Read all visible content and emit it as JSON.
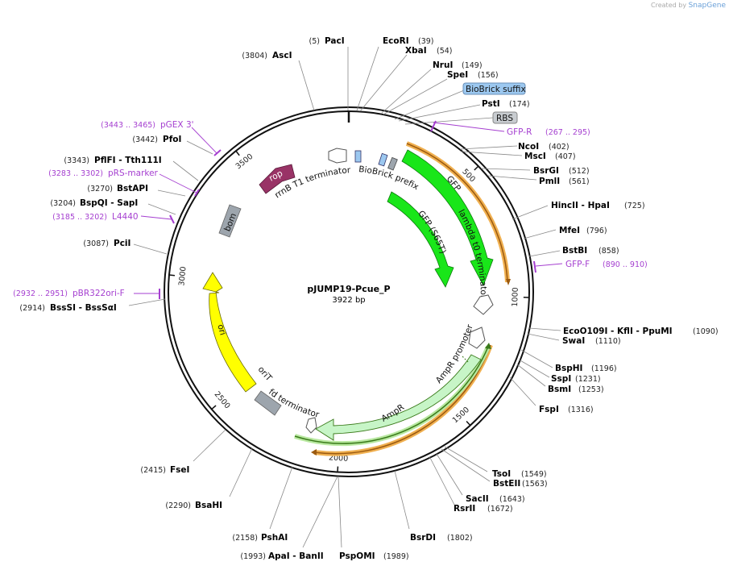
{
  "header": {
    "credit_prefix": "Created by",
    "credit_brand": "SnapGene"
  },
  "plasmid": {
    "name": "pJUMP19-Pcue_P",
    "length": 3922,
    "length_label": "3922 bp"
  },
  "colors": {
    "gfp": "#19e619",
    "ampr": "#c7f5c7",
    "ori": "#ffff00",
    "rop": "#993366",
    "grey": "#9da5ad",
    "blue_part": "#9cc8f0",
    "primer": "#a53fd0",
    "orange_primer": "#f0a030",
    "green_primer": "#5ca13a"
  },
  "ticks": [
    {
      "pos": 500,
      "label": "500"
    },
    {
      "pos": 1000,
      "label": "1000"
    },
    {
      "pos": 1500,
      "label": "1500"
    },
    {
      "pos": 2000,
      "label": "2000"
    },
    {
      "pos": 2500,
      "label": "2500"
    },
    {
      "pos": 3000,
      "label": "3000"
    },
    {
      "pos": 3500,
      "label": "3500"
    }
  ],
  "sites": [
    {
      "name": "PacI",
      "pos": 5,
      "pos_label": "(5)"
    },
    {
      "name": "EcoRI",
      "pos": 39,
      "pos_label": "(39)"
    },
    {
      "name": "XbaI",
      "pos": 54,
      "pos_label": "(54)"
    },
    {
      "name": "NruI",
      "pos": 149,
      "pos_label": "(149)"
    },
    {
      "name": "SpeI",
      "pos": 156,
      "pos_label": "(156)"
    },
    {
      "name": "PstI",
      "pos": 174,
      "pos_label": "(174)"
    },
    {
      "name": "NcoI",
      "pos": 402,
      "pos_label": "(402)"
    },
    {
      "name": "MscI",
      "pos": 407,
      "pos_label": "(407)"
    },
    {
      "name": "BsrGI",
      "pos": 512,
      "pos_label": "(512)"
    },
    {
      "name": "PmlI",
      "pos": 561,
      "pos_label": "(561)"
    },
    {
      "name": "HincII  - HpaI",
      "pos": 725,
      "pos_label": "(725)"
    },
    {
      "name": "MfeI",
      "pos": 796,
      "pos_label": "(796)"
    },
    {
      "name": "BstBI",
      "pos": 858,
      "pos_label": "(858)"
    },
    {
      "name": "EcoO109I  - KflI  - PpuMI",
      "pos": 1090,
      "pos_label": "(1090)"
    },
    {
      "name": "SwaI",
      "pos": 1110,
      "pos_label": "(1110)"
    },
    {
      "name": "BspHI",
      "pos": 1196,
      "pos_label": "(1196)"
    },
    {
      "name": "SspI",
      "pos": 1231,
      "pos_label": "(1231)"
    },
    {
      "name": "BsmI",
      "pos": 1253,
      "pos_label": "(1253)"
    },
    {
      "name": "FspI",
      "pos": 1316,
      "pos_label": "(1316)"
    },
    {
      "name": "TsoI",
      "pos": 1549,
      "pos_label": "(1549)"
    },
    {
      "name": "BstEII",
      "pos": 1563,
      "pos_label": "(1563)"
    },
    {
      "name": "SacII",
      "pos": 1643,
      "pos_label": "(1643)"
    },
    {
      "name": "RsrII",
      "pos": 1672,
      "pos_label": "(1672)"
    },
    {
      "name": "BsrDI",
      "pos": 1802,
      "pos_label": "(1802)"
    },
    {
      "name": "PspOMI",
      "pos": 1989,
      "pos_label": "(1989)"
    },
    {
      "name": "ApaI  - BanII",
      "pos": 1993,
      "pos_label": "(1993)"
    },
    {
      "name": "PshAI",
      "pos": 2158,
      "pos_label": "(2158)"
    },
    {
      "name": "BsaHI",
      "pos": 2290,
      "pos_label": "(2290)"
    },
    {
      "name": "FseI",
      "pos": 2415,
      "pos_label": "(2415)"
    },
    {
      "name": "BssSI  - BssSαI",
      "pos": 2914,
      "pos_label": "(2914)"
    },
    {
      "name": "PciI",
      "pos": 3087,
      "pos_label": "(3087)"
    },
    {
      "name": "BspQI  - SapI",
      "pos": 3204,
      "pos_label": "(3204)"
    },
    {
      "name": "BstAPI",
      "pos": 3270,
      "pos_label": "(3270)"
    },
    {
      "name": "PflFI  - Tth111I",
      "pos": 3343,
      "pos_label": "(3343)"
    },
    {
      "name": "PfoI",
      "pos": 3442,
      "pos_label": "(3442)"
    },
    {
      "name": "AscI",
      "pos": 3804,
      "pos_label": "(3804)"
    }
  ],
  "primers": [
    {
      "name": "GFP-R",
      "pos": 267,
      "range_label": "(267 .. 295)"
    },
    {
      "name": "GFP-F",
      "pos": 890,
      "range_label": "(890 .. 910)"
    },
    {
      "name": "pBR322ori-F",
      "pos": 2932,
      "range_label": "(2932 .. 2951)"
    },
    {
      "name": "L4440",
      "pos": 3185,
      "range_label": "(3185 .. 3202)"
    },
    {
      "name": "pRS-marker",
      "pos": 3283,
      "range_label": "(3283 .. 3302)"
    },
    {
      "name": "pGEX 3'",
      "pos": 3443,
      "range_label": "(3443 .. 3465)"
    }
  ],
  "boxed_labels": [
    {
      "name": "BioBrick suffix"
    },
    {
      "name": "RBS"
    }
  ],
  "features": {
    "gfp": "GFP",
    "gfp_s65t": "GFP (S65T)",
    "lambda_t0": "lambda t0 terminator",
    "ampr_promoter": "AmpR promoter",
    "ampr": "AmpR",
    "fd_terminator": "fd terminator",
    "orit": "oriT",
    "ori": "ori",
    "bom": "bom",
    "rop": "rop",
    "rrnb": "rrnB T1 terminator",
    "biobrick_prefix": "BioBrick prefix"
  }
}
